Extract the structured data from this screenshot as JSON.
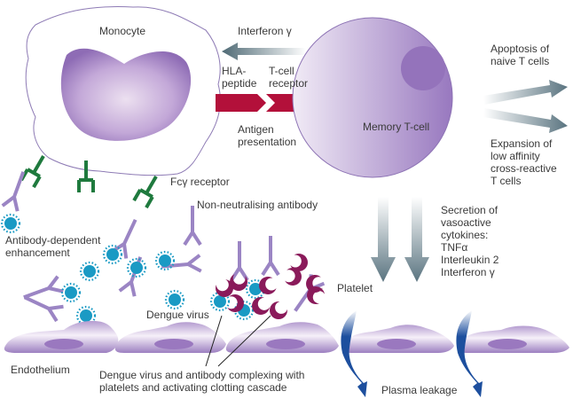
{
  "title": "Immunopathogenesis of dengue",
  "colors": {
    "cell_purple": "#9a7fbe",
    "antibody": "#9b85c4",
    "receptor_green": "#1f7a3e",
    "virus_blue": "#1a9ac4",
    "platelet": "#8a1a5a",
    "antigen_red": "#b3103a",
    "leak_blue": "#1d4f9e",
    "arrow_grey": "#5b7480"
  },
  "labels": {
    "monocyte": "Monocyte",
    "interferon_gamma_top": "Interferon γ",
    "hla_peptide": "HLA-\npeptide",
    "t_cell_receptor": "T-cell\nreceptor",
    "antigen_presentation": "Antigen\npresentation",
    "memory_t_cell": "Memory T-cell",
    "apoptosis": "Apoptosis of\nnaive T cells",
    "expansion": "Expansion of\nlow affinity\ncross-reactive\nT cells",
    "fc_receptor": "Fcγ receptor",
    "non_neutralising": "Non-neutralising antibody",
    "ade": "Antibody-dependent\nenhancement",
    "secretion": "Secretion of\nvasoactive\ncytokines:\nTNFα\nInterleukin 2\nInterferon γ",
    "platelet": "Platelet",
    "dengue_virus": "Dengue virus",
    "endothelium": "Endothelium",
    "complexing": "Dengue virus and antibody complexing with\nplatelets and activating clotting cascade",
    "plasma_leakage": "Plasma leakage"
  },
  "icons": {
    "virus": "dengue-virus-icon",
    "antibody": "antibody-icon",
    "platelet": "platelet-icon",
    "fc_receptor": "fc-receptor-icon"
  }
}
